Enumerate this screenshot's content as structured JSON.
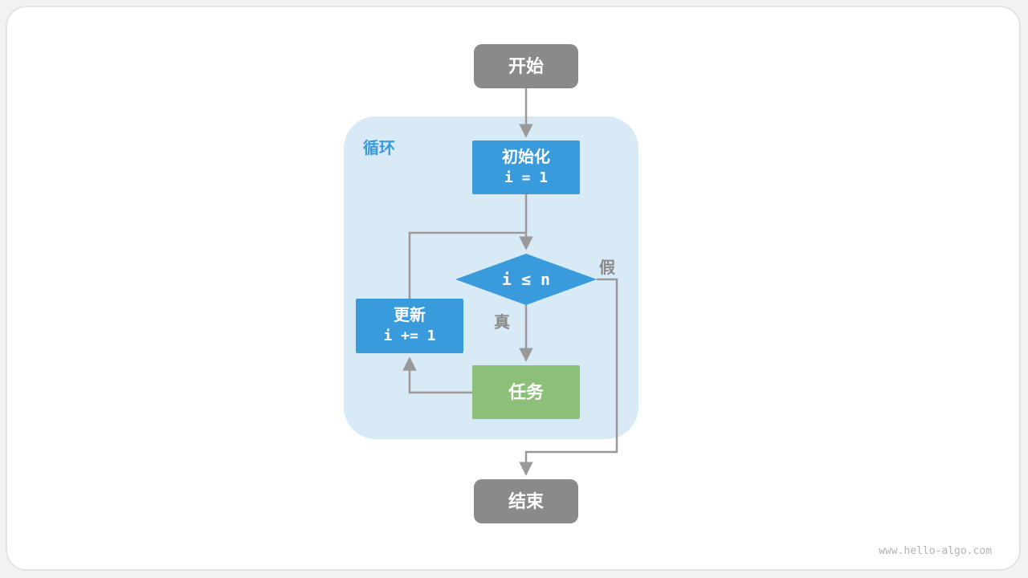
{
  "diagram": {
    "loop_label": "循环",
    "true_label": "真",
    "false_label": "假",
    "nodes": {
      "start": "开始",
      "init_label": "初始化",
      "init_code": "i = 1",
      "condition": "i ≤ n",
      "update_label": "更新",
      "update_code": "i += 1",
      "task": "任务",
      "end": "结束"
    }
  },
  "watermark": "www.hello-algo.com",
  "colors": {
    "node_gray": "#8a8a8a",
    "node_blue": "#3a9bdc",
    "node_green": "#8cbf78",
    "loop_background": "#d9eaf7",
    "arrow": "#999999",
    "branch_label": "#8a8a8a",
    "loop_label": "#3a9bdc"
  }
}
